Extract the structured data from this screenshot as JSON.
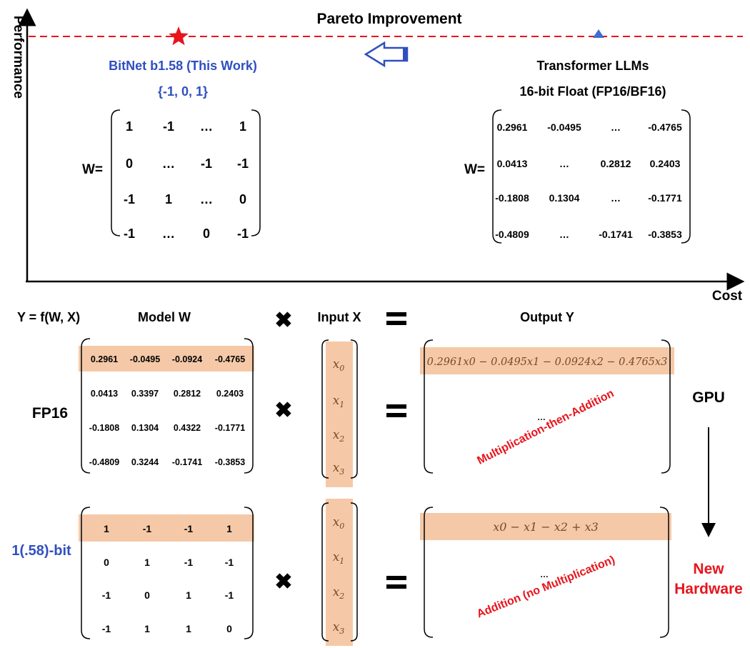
{
  "axes": {
    "y_label": "Performance",
    "x_label": "Cost",
    "pareto_label": "Pareto Improvement"
  },
  "bitnet": {
    "title": "BitNet b1.58 (This Work)",
    "values_label": "{-1, 0, 1}",
    "w_label": "W=",
    "matrix": [
      [
        "1",
        "-1",
        "…",
        "1"
      ],
      [
        "0",
        "…",
        "-1",
        "-1"
      ],
      [
        "-1",
        "1",
        "…",
        "0"
      ],
      [
        "-1",
        "…",
        "0",
        "-1"
      ]
    ]
  },
  "transformer": {
    "title": "Transformer LLMs",
    "subtitle": "16-bit Float (FP16/BF16)",
    "w_label": "W=",
    "matrix": [
      [
        "0.2961",
        "-0.0495",
        "…",
        "-0.4765"
      ],
      [
        "0.0413",
        "…",
        "0.2812",
        "0.2403"
      ],
      [
        "-0.1808",
        "0.1304",
        "…",
        "-0.1771"
      ],
      [
        "-0.4809",
        "…",
        "-0.1741",
        "-0.3853"
      ]
    ]
  },
  "equation": {
    "formula": "Y = f(W, X)",
    "model_header": "Model W",
    "input_header": "Input X",
    "output_header": "Output Y"
  },
  "fp16_row": {
    "label": "FP16",
    "matrix": [
      [
        "0.2961",
        "-0.0495",
        "-0.0924",
        "-0.4765"
      ],
      [
        "0.0413",
        "0.3397",
        "0.2812",
        "0.2403"
      ],
      [
        "-0.1808",
        "0.1304",
        "0.4322",
        "-0.1771"
      ],
      [
        "-0.4809",
        "0.3244",
        "-0.1741",
        "-0.3853"
      ]
    ],
    "inputs": [
      "x0",
      "x1",
      "x2",
      "x3"
    ],
    "output": "0.2961x0 − 0.0495x1 − 0.0924x2 − 0.4765x3",
    "ellipsis": "…",
    "note": "Multiplication-then-Addition",
    "hardware": "GPU"
  },
  "bit_row": {
    "label": "1(.58)-bit",
    "matrix": [
      [
        "1",
        "-1",
        "-1",
        "1"
      ],
      [
        "0",
        "1",
        "-1",
        "-1"
      ],
      [
        "-1",
        "0",
        "1",
        "-1"
      ],
      [
        "-1",
        "1",
        "1",
        "0"
      ]
    ],
    "inputs": [
      "x0",
      "x1",
      "x2",
      "x3"
    ],
    "output": "x0 − x1 − x2 + x3",
    "ellipsis": "…",
    "note": "Addition (no Multiplication)",
    "hardware_line1": "New",
    "hardware_line2": "Hardware"
  },
  "colors": {
    "highlight": "#f5c9a8",
    "red": "#e8141c",
    "blue": "#2f4fc1",
    "triangle": "#3b6fd1",
    "text": "#000000"
  }
}
